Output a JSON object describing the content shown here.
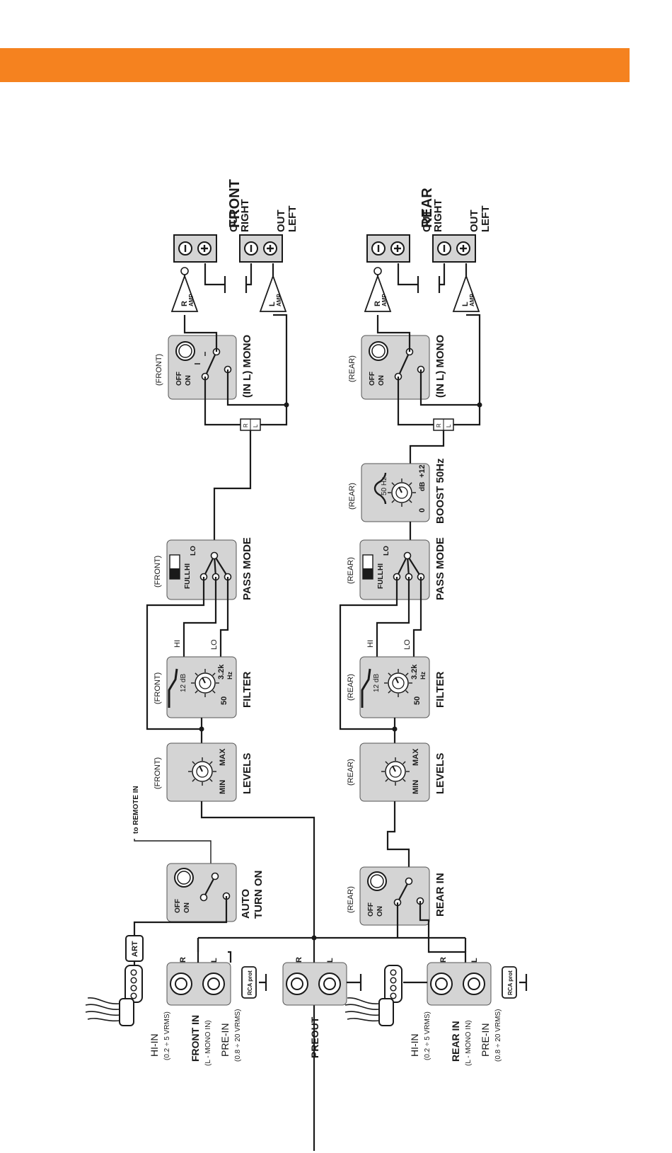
{
  "colors": {
    "header_bar": "#f5821f",
    "panel": "#d4d4d4",
    "line": "#1a1a1a"
  },
  "front": {
    "title": "FRONT",
    "out_right": [
      "OUT",
      "RIGHT"
    ],
    "out_left": [
      "OUT",
      "LEFT"
    ],
    "amp_r": [
      "R",
      "AMP"
    ],
    "amp_l": [
      "L",
      "AMP"
    ],
    "mono_section": "(FRONT)",
    "mono_label": "(IN L) MONO",
    "pass_section": "(FRONT)",
    "pass_label": "PASS MODE",
    "filter_section": "(FRONT)",
    "filter_label": "FILTER",
    "levels_section": "(FRONT)",
    "levels_label": "LEVELS",
    "remote_label": "to REMOTE IN",
    "auto_label": [
      "AUTO",
      "TURN ON"
    ],
    "art_label": "ART"
  },
  "rear": {
    "title": "REAR",
    "out_right": [
      "OUT",
      "RIGHT"
    ],
    "out_left": [
      "OUT",
      "LEFT"
    ],
    "amp_r": [
      "R",
      "AMP"
    ],
    "amp_l": [
      "L",
      "AMP"
    ],
    "mono_section": "(REAR)",
    "mono_label": "(IN L) MONO",
    "boost_section": "(REAR)",
    "boost_label": "BOOST 50Hz",
    "boost_freq": "50 Hz",
    "boost_min": "0",
    "boost_unit": "dB",
    "boost_max": "+12",
    "pass_section": "(REAR)",
    "pass_label": "PASS MODE",
    "filter_section": "(REAR)",
    "filter_label": "FILTER",
    "levels_section": "(REAR)",
    "levels_label": "LEVELS",
    "rearin_section": "(REAR)",
    "rearin_label": "REAR IN"
  },
  "switch": {
    "off": "OFF",
    "on": "ON"
  },
  "pass": {
    "full": "FULL",
    "hi": "HI",
    "lo": "LO"
  },
  "filter": {
    "slope": "12 dB",
    "min": "50",
    "max": "3.2k",
    "unit": "Hz",
    "hi_tap": "HI",
    "lo_tap": "LO"
  },
  "levels": {
    "min": "MIN",
    "max": "MAX"
  },
  "rca": {
    "r": "R",
    "l": "L",
    "prot": "RCA prot"
  },
  "rl_connector": {
    "r": "R",
    "l": "L"
  },
  "inputs": {
    "hi_in": "HI-IN",
    "hi_in_range": "(0.2 ÷ 5 VRMS)",
    "front_in": "FRONT IN",
    "rear_in": "REAR IN",
    "mono_in": "(L - MONO IN)",
    "pre_in": "PRE-IN",
    "pre_in_range": "(0.8 ÷ 20 VRMS)",
    "preout": "PREOUT"
  }
}
